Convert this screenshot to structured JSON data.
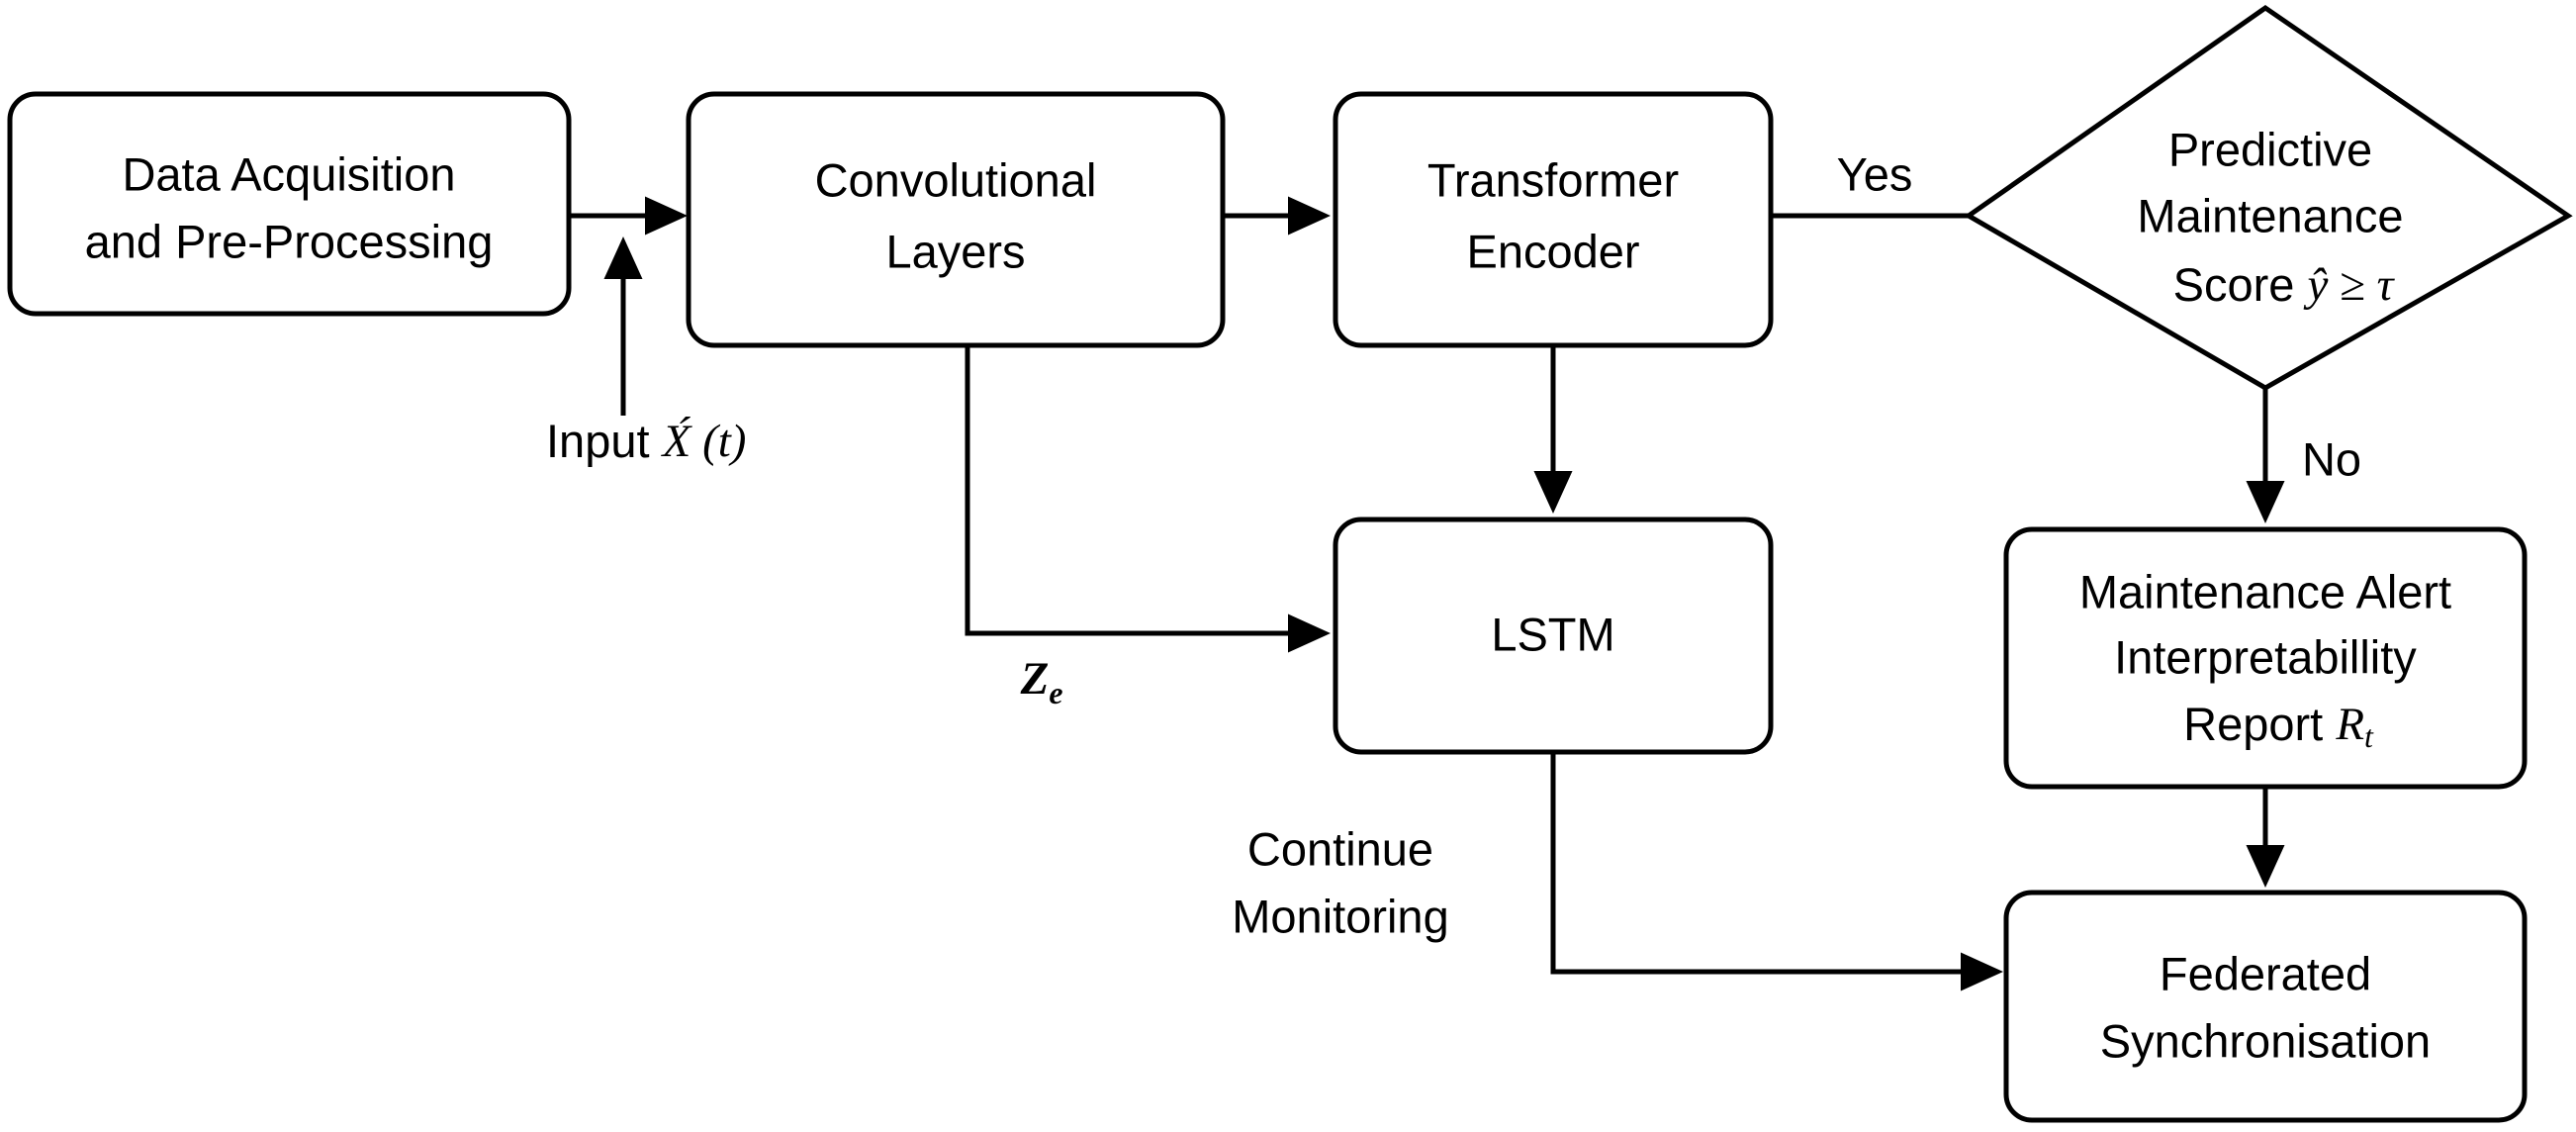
{
  "diagram": {
    "type": "flowchart",
    "title_visible": false,
    "background_color": "#ffffff",
    "stroke_color": "#000000",
    "nodes": [
      {
        "id": "data-acquisition",
        "shape": "rounded-rectangle",
        "lines": [
          "Data Acquisition",
          "and Pre-Processing"
        ]
      },
      {
        "id": "convolutional-layers",
        "shape": "rounded-rectangle",
        "lines": [
          "Convolutional",
          "Layers"
        ]
      },
      {
        "id": "transformer-encoder",
        "shape": "rounded-rectangle",
        "lines": [
          "Transformer",
          "Encoder"
        ]
      },
      {
        "id": "predictive-maintenance-decision",
        "shape": "diamond",
        "lines": [
          "Predictive",
          "Maintenance",
          "Score ŷ ≥ τ"
        ],
        "line3_prefix": "Score ",
        "line3_symbol": "ŷ",
        "line3_operator": " ≥ ",
        "line3_threshold": "τ"
      },
      {
        "id": "lstm",
        "shape": "rounded-rectangle",
        "lines": [
          "LSTM"
        ]
      },
      {
        "id": "maintenance-alert",
        "shape": "rounded-rectangle",
        "lines": [
          "Maintenance Alert",
          "Interpretabillity",
          "Report R"
        ],
        "line3_prefix": "Report ",
        "line3_symbol": "R",
        "line3_subscript": "t"
      },
      {
        "id": "federated-synchronisation",
        "shape": "rounded-rectangle",
        "lines": [
          "Federated",
          "Synchronisation"
        ]
      }
    ],
    "edge_labels": {
      "input": {
        "prefix": "Input ",
        "symbol": "X́",
        "suffix": " (t)",
        "full": "Input X́ (t)"
      },
      "latent": {
        "symbol": "Z",
        "subscript": "e",
        "full": "Zₑ"
      },
      "yes": "Yes",
      "no": "No",
      "continue_monitoring": {
        "lines": [
          "Continue",
          "Monitoring"
        ],
        "full": "Continue Monitoring"
      }
    },
    "edges": [
      {
        "from": "data-acquisition",
        "to": "convolutional-layers",
        "label": ""
      },
      {
        "from": "input-source",
        "to": "convolutional-layers",
        "label": "Input X́ (t)"
      },
      {
        "from": "convolutional-layers",
        "to": "transformer-encoder",
        "label": ""
      },
      {
        "from": "convolutional-layers",
        "to": "lstm",
        "label": "Zₑ"
      },
      {
        "from": "transformer-encoder",
        "to": "lstm",
        "label": ""
      },
      {
        "from": "transformer-encoder",
        "to": "predictive-maintenance-decision",
        "label": "Yes"
      },
      {
        "from": "predictive-maintenance-decision",
        "to": "maintenance-alert",
        "label": "No"
      },
      {
        "from": "maintenance-alert",
        "to": "federated-synchronisation",
        "label": ""
      },
      {
        "from": "lstm",
        "to": "federated-synchronisation",
        "label": "Continue Monitoring"
      }
    ]
  }
}
